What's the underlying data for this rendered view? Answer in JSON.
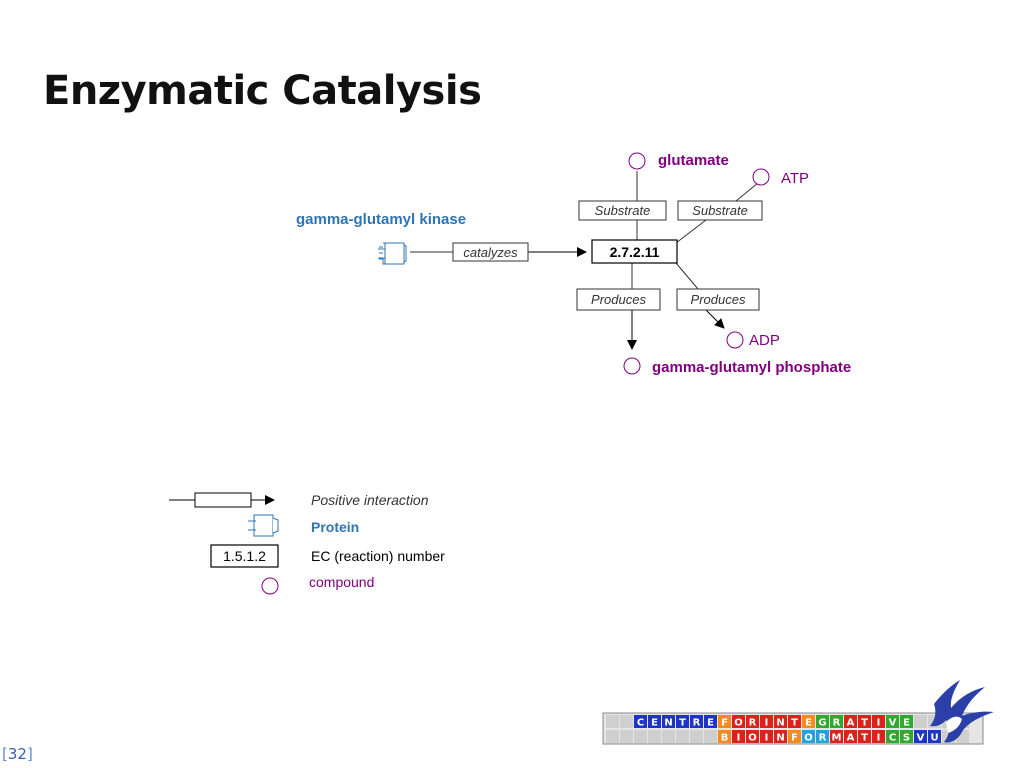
{
  "slide": {
    "title": "Enzymatic Catalysis",
    "page_number": "32"
  },
  "pathway": {
    "enzyme_label": "gamma-glutamyl kinase",
    "catalyzes_label": "catalyzes",
    "ec_number": "2.7.2.11",
    "substrate_label_1": "Substrate",
    "substrate_label_2": "Substrate",
    "produces_label_1": "Produces",
    "produces_label_2": "Produces",
    "compound_glutamate": "glutamate",
    "compound_atp": "ATP",
    "compound_adp": "ADP",
    "compound_product": "gamma-glutamyl phosphate"
  },
  "legend": {
    "positive_interaction": "Positive interaction",
    "protein": "Protein",
    "ec_example": "1.5.1.2",
    "ec_label": "EC (reaction) number",
    "compound": "compound"
  },
  "logo": {
    "row1_letters": [
      "C",
      "E",
      "N",
      "T",
      "R",
      "E",
      "F",
      "O",
      "R",
      "I",
      "N",
      "T",
      "E",
      "G",
      "R",
      "A",
      "T",
      "I",
      "V",
      "E"
    ],
    "row2_letters": [
      "B",
      "I",
      "O",
      "I",
      "N",
      "F",
      "O",
      "R",
      "M",
      "A",
      "T",
      "I",
      "C",
      "S",
      "V",
      "U"
    ]
  },
  "colors": {
    "protein_blue": "#2f74b5",
    "compound_purple": "#800080",
    "logo_blue": "#1f33c8",
    "logo_red": "#e0201a",
    "logo_orange": "#f58a1f",
    "logo_green": "#2faa2f",
    "logo_cyan": "#1ea5e0",
    "logo_gray": "#cfcfcf"
  },
  "icons": {
    "logo_emblem": "griffin-emblem-icon",
    "protein": "protein-icon",
    "compound": "compound-circle-icon"
  }
}
